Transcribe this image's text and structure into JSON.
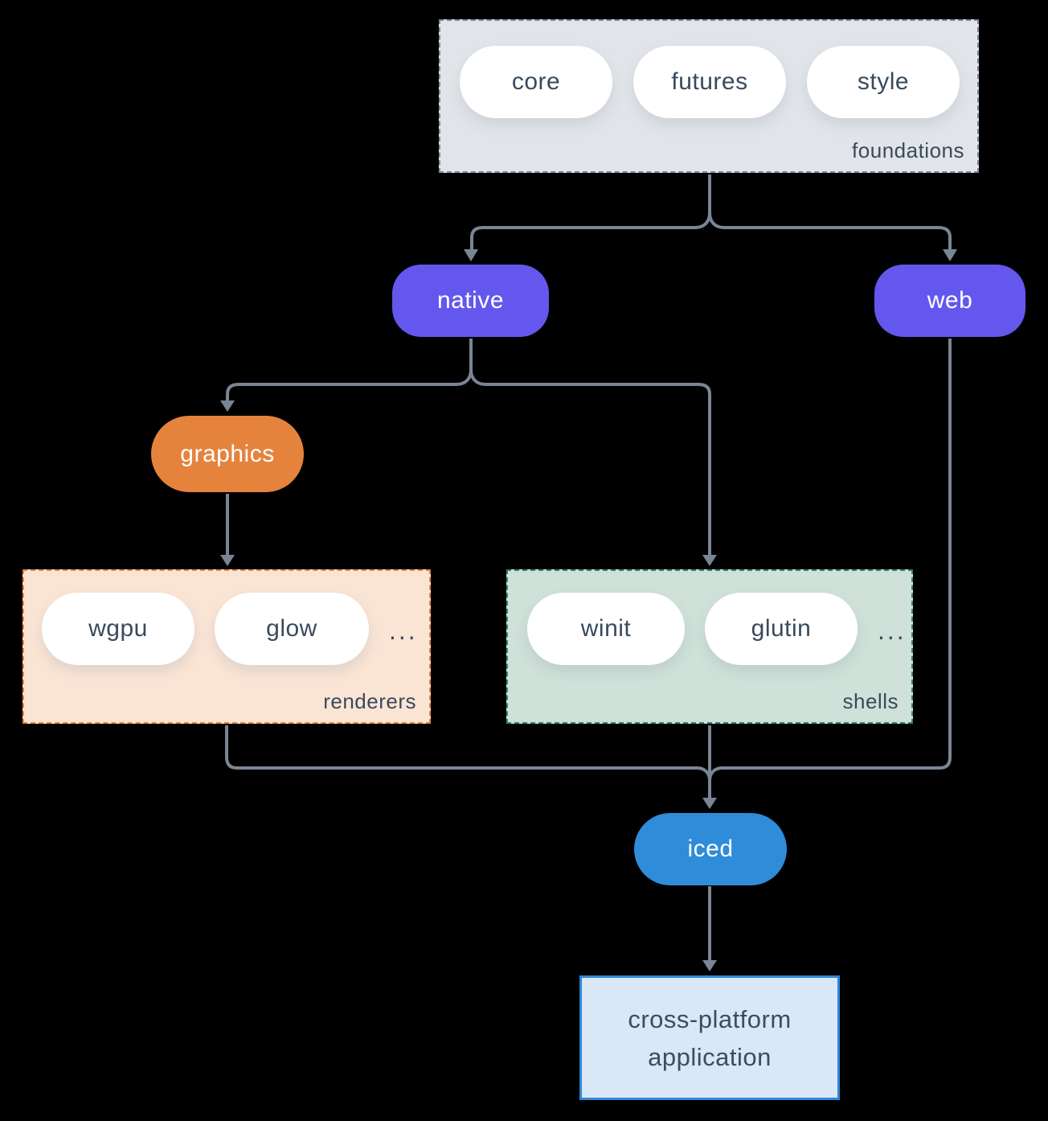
{
  "background_color": "#000000",
  "connector_color": "#7a8594",
  "groups": {
    "foundations": {
      "label": "foundations",
      "pills": [
        "core",
        "futures",
        "style"
      ],
      "bg": "#e1e5e9",
      "border": "#7b8899"
    },
    "renderers": {
      "label": "renderers",
      "pills": [
        "wgpu",
        "glow"
      ],
      "ellipsis": "...",
      "bg": "#fae5d5",
      "border": "#e8823a"
    },
    "shells": {
      "label": "shells",
      "pills": [
        "winit",
        "glutin"
      ],
      "ellipsis": "...",
      "bg": "#d0e1d9",
      "border": "#2a8572"
    }
  },
  "nodes": {
    "native": {
      "label": "native",
      "bg": "#6457ee"
    },
    "web": {
      "label": "web",
      "bg": "#6457ee"
    },
    "graphics": {
      "label": "graphics",
      "bg": "#e5833d"
    },
    "iced": {
      "label": "iced",
      "bg": "#2e8cd9"
    },
    "application": {
      "line1": "cross-platform",
      "line2": "application",
      "bg": "#d9e7f7",
      "border": "#2e86d6"
    }
  },
  "edges": [
    {
      "from": "foundations",
      "to": "native"
    },
    {
      "from": "foundations",
      "to": "web"
    },
    {
      "from": "native",
      "to": "graphics"
    },
    {
      "from": "native",
      "to": "shells"
    },
    {
      "from": "graphics",
      "to": "renderers"
    },
    {
      "from": "renderers",
      "to": "iced"
    },
    {
      "from": "shells",
      "to": "iced"
    },
    {
      "from": "web",
      "to": "iced"
    },
    {
      "from": "iced",
      "to": "application"
    }
  ]
}
